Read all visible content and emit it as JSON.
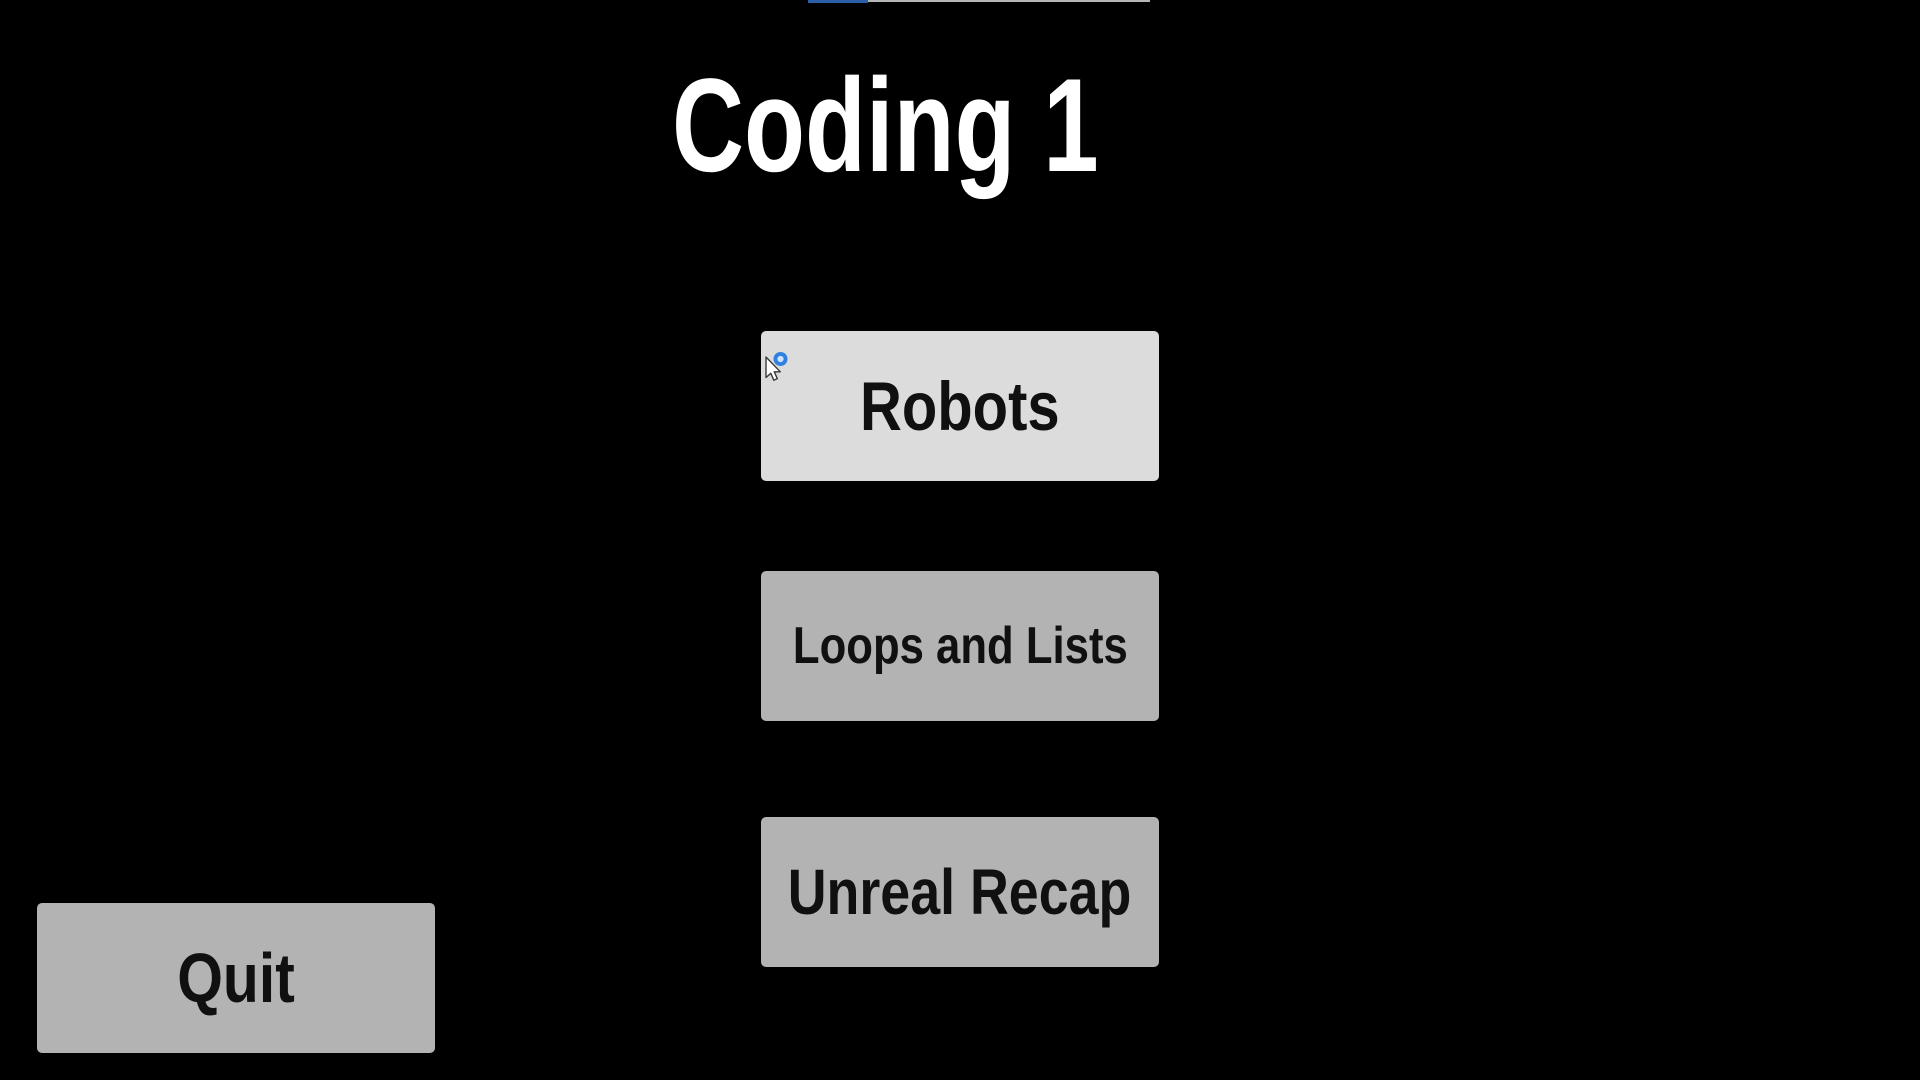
{
  "app": {
    "title": "Coding 1"
  },
  "colors": {
    "background": "#000000",
    "title-text": "#ffffff",
    "button-default": "#b3b3b3",
    "button-hovered": "#dcdcdc",
    "button-text": "#101010",
    "progress-blue": "#2a5fa8",
    "progress-track": "#d6d6d6",
    "cursor-ring": "#2f80e0"
  },
  "menu": {
    "buttons": [
      {
        "label": "Robots",
        "state": "hovered"
      },
      {
        "label": "Loops and Lists",
        "state": "default"
      },
      {
        "label": "Unreal Recap",
        "state": "default"
      }
    ]
  },
  "quit": {
    "label": "Quit"
  },
  "cursor": {
    "icon": "arrow-pointer-busy-ring"
  }
}
